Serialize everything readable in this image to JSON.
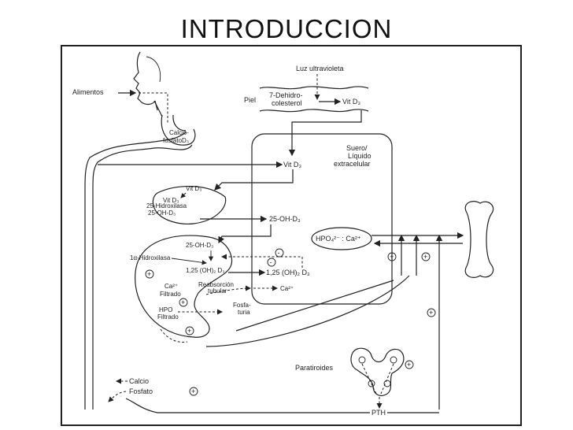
{
  "slide": {
    "title": "INTRODUCCION"
  },
  "labels": {
    "luz_uv": "Luz ultravioleta",
    "alimentos": "Alimentos",
    "piel": "Piel",
    "dehidro_1": "7-Dehidro-",
    "dehidro_2": "colesterol",
    "vitd3": "Vit D₃",
    "calcio_fosfato_1": "Calcio-",
    "calcio_fosfato_2": "fosfatoD₃",
    "suero_1": "Suero/",
    "suero_2": "Líquido",
    "suero_3": "extracelular",
    "hidroxilasa25_1": "25-Hidroxilasa",
    "hidroxilasa25_2": "25-OH-D₃",
    "oh_d3": "25-OH-D₃",
    "hpo_ca": "HPO₄²⁻ : Ca²⁺",
    "alfa_hidroxilasa": "1α-Hidroxilasa",
    "dihidroxi": "1,25 (OH)₂ D₃",
    "ca_filtrado_1": "Ca²⁺",
    "ca_filtrado_2": "Filtrado",
    "reabsorcion_1": "Reabsorción",
    "reabsorcion_2": "tubular",
    "ca2": "Ca²⁺",
    "hpo_filtrado_1": "HPO",
    "hpo_filtrado_2": "Filtrado",
    "fosfaturia_1": "Fosfa-",
    "fosfaturia_2": "turia",
    "paratiroides": "Paratiroides",
    "pth": "PTH",
    "calcio": "Calcio",
    "fosfato": "Fosfato",
    "plus": "+",
    "minus": "-"
  }
}
